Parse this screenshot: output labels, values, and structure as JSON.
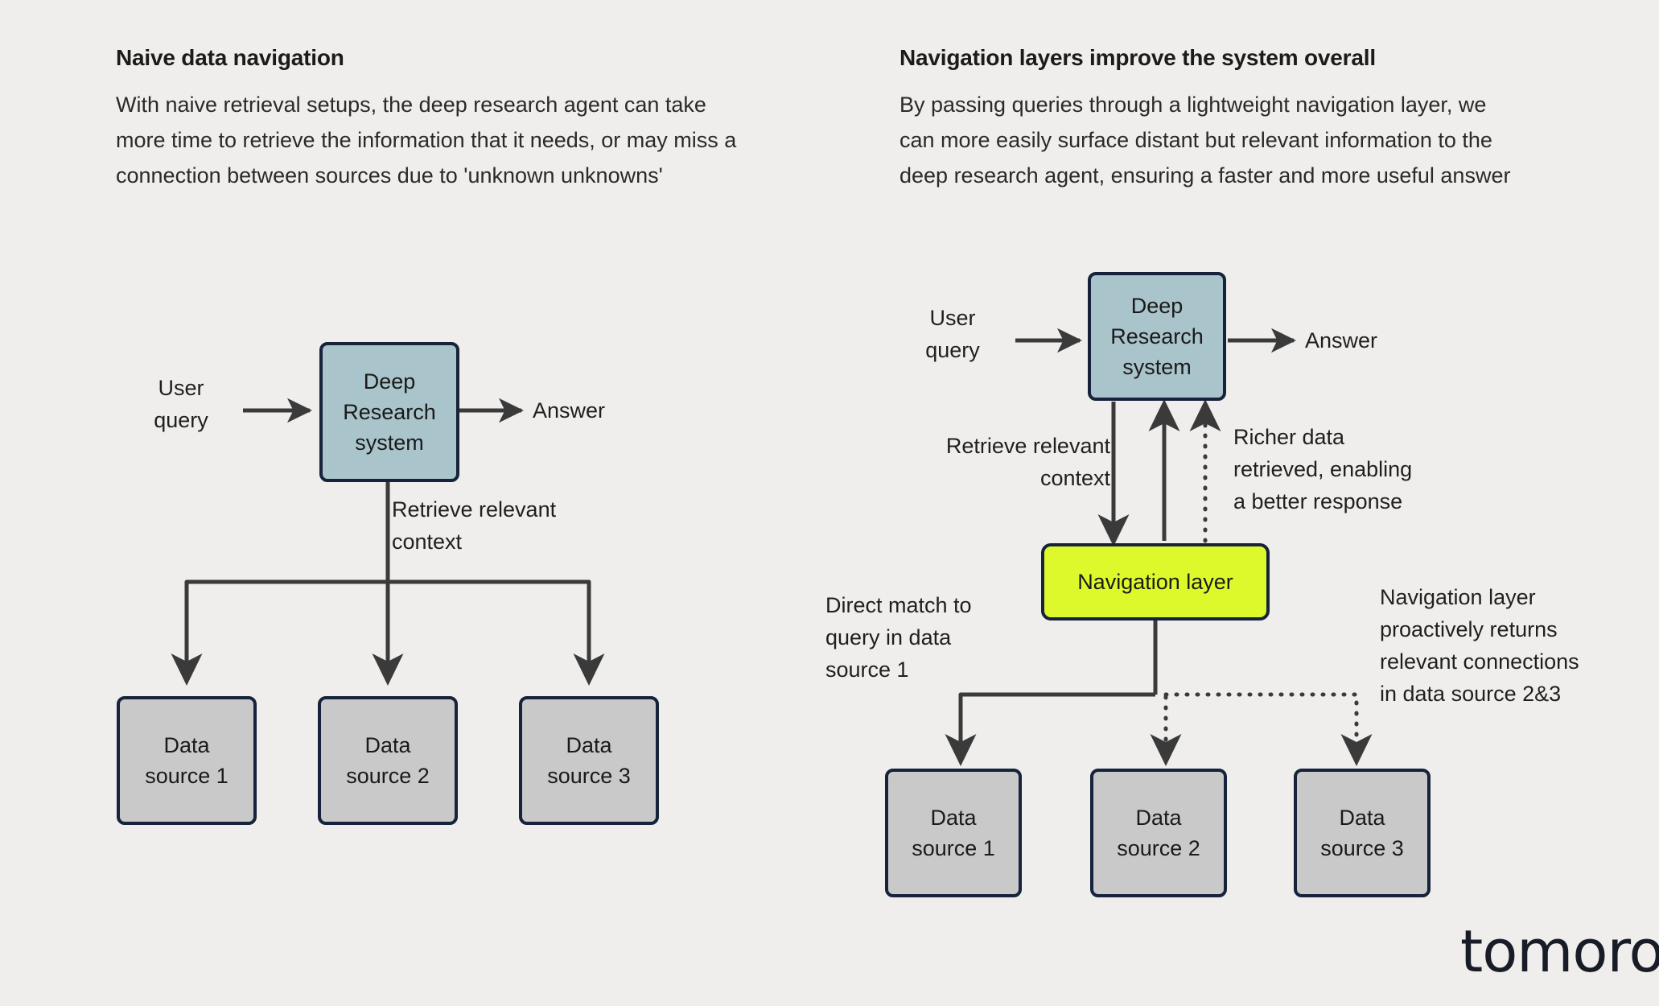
{
  "page": {
    "background": "#efeeec",
    "logo": "tomoro"
  },
  "columns": [
    {
      "id": "naive",
      "heading": "Naive data navigation",
      "body": "With naive retrieval setups, the deep research agent can take more time to retrieve the information that it needs, or may miss a connection between sources due to 'unknown unknowns'"
    },
    {
      "id": "navlayers",
      "heading": "Navigation layers improve the system overall",
      "body": "By passing queries through a lightweight navigation layer, we can more easily surface distant but relevant information to the deep research agent, ensuring a faster and more useful answer"
    }
  ],
  "diagram_left": {
    "input_label": "User\nquery",
    "output_label": "Answer",
    "system_node": "Deep\nResearch\nsystem",
    "edge_label": "Retrieve relevant\ncontext",
    "data_sources": [
      "Data\nsource 1",
      "Data\nsource 2",
      "Data\nsource 3"
    ]
  },
  "diagram_right": {
    "input_label": "User\nquery",
    "output_label": "Answer",
    "system_node": "Deep\nResearch\nsystem",
    "navigation_node": "Navigation layer",
    "edge_label_retrieve": "Retrieve relevant\ncontext",
    "edge_label_richer": "Richer data\nretrieved, enabling\na better response",
    "edge_label_direct": "Direct match to\nquery in data\nsource 1",
    "edge_label_proactive": "Navigation layer\nproactively returns\nrelevant connections\nin data source 2&3",
    "data_sources": [
      "Data\nsource 1",
      "Data\nsource 2",
      "Data\nsource 3"
    ]
  },
  "colors": {
    "system_fill": "#a9c4cb",
    "data_source_fill": "#c9c9c9",
    "navigation_fill": "#ddf92c",
    "node_border": "#16233b",
    "wire": "#3a3a3a",
    "text": "#1f1f1f"
  }
}
